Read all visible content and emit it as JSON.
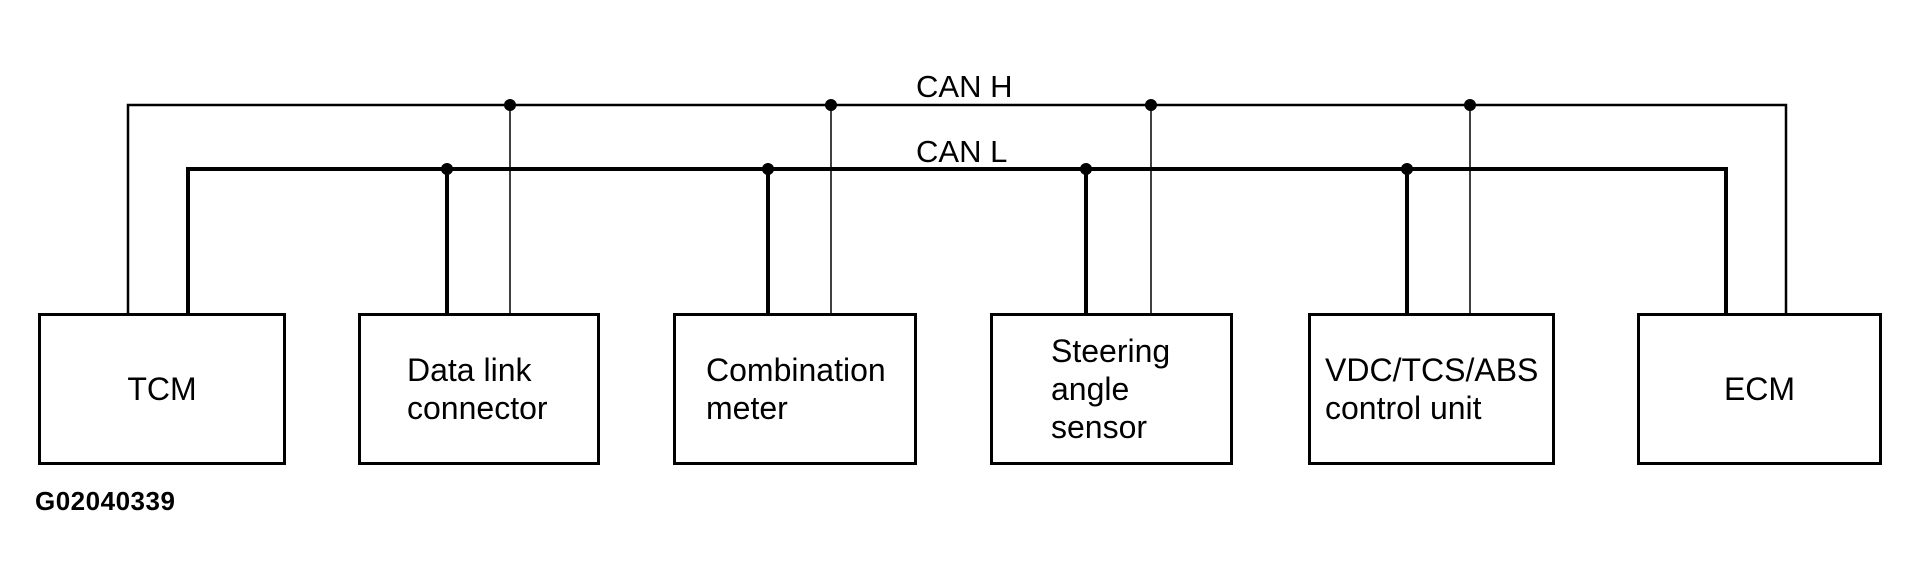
{
  "diagram": {
    "type": "wiring-diagram",
    "bus_lines": [
      {
        "id": "can-h",
        "label": "CAN H",
        "style": "thin"
      },
      {
        "id": "can-l",
        "label": "CAN L",
        "style": "thick"
      }
    ],
    "nodes": [
      {
        "id": "tcm",
        "label": "TCM",
        "connects_to": [
          "CAN H",
          "CAN L"
        ]
      },
      {
        "id": "data-link-connector",
        "label": "Data link\nconnector",
        "connects_to": [
          "CAN H",
          "CAN L"
        ]
      },
      {
        "id": "combination-meter",
        "label": "Combination\nmeter",
        "connects_to": [
          "CAN H",
          "CAN L"
        ]
      },
      {
        "id": "steering-angle-sensor",
        "label": "Steering\nangle\nsensor",
        "connects_to": [
          "CAN H",
          "CAN L"
        ]
      },
      {
        "id": "vdc-tcs-abs-control-unit",
        "label": "VDC/TCS/ABS\ncontrol unit",
        "connects_to": [
          "CAN H",
          "CAN L"
        ]
      },
      {
        "id": "ecm",
        "label": "ECM",
        "connects_to": [
          "CAN H",
          "CAN L"
        ]
      }
    ],
    "figure_code": "G02040339",
    "colors": {
      "line": "#000000",
      "text": "#000000",
      "background": "#ffffff"
    }
  }
}
